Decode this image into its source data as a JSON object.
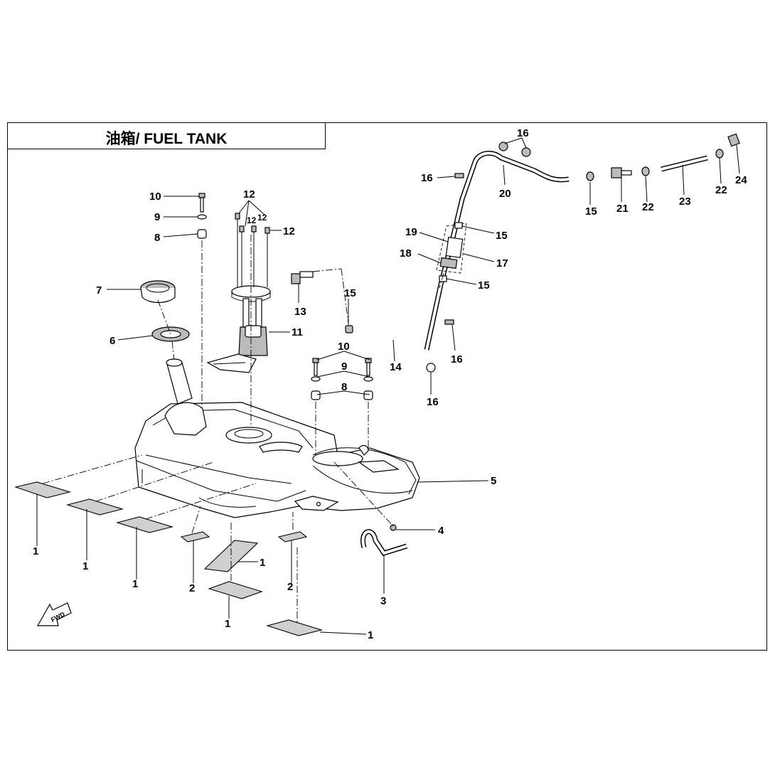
{
  "diagram": {
    "title": "油箱/ FUEL TANK",
    "fwd_label": "FWD",
    "callouts": [
      {
        "id": "c1a",
        "label": "1"
      },
      {
        "id": "c1b",
        "label": "1"
      },
      {
        "id": "c1c",
        "label": "1"
      },
      {
        "id": "c1d",
        "label": "1"
      },
      {
        "id": "c1e",
        "label": "1"
      },
      {
        "id": "c1f",
        "label": "1"
      },
      {
        "id": "c2a",
        "label": "2"
      },
      {
        "id": "c2b",
        "label": "2"
      },
      {
        "id": "c3",
        "label": "3"
      },
      {
        "id": "c4",
        "label": "4"
      },
      {
        "id": "c5",
        "label": "5"
      },
      {
        "id": "c6",
        "label": "6"
      },
      {
        "id": "c7",
        "label": "7"
      },
      {
        "id": "c8a",
        "label": "8"
      },
      {
        "id": "c8b",
        "label": "8"
      },
      {
        "id": "c9a",
        "label": "9"
      },
      {
        "id": "c9b",
        "label": "9"
      },
      {
        "id": "c10a",
        "label": "10"
      },
      {
        "id": "c10b",
        "label": "10"
      },
      {
        "id": "c11",
        "label": "11"
      },
      {
        "id": "c12a",
        "label": "12"
      },
      {
        "id": "c12b",
        "label": "12"
      },
      {
        "id": "c13",
        "label": "13"
      },
      {
        "id": "c14",
        "label": "14"
      },
      {
        "id": "c15a",
        "label": "15"
      },
      {
        "id": "c15b",
        "label": "15"
      },
      {
        "id": "c15c",
        "label": "15"
      },
      {
        "id": "c15d",
        "label": "15"
      },
      {
        "id": "c16a",
        "label": "16"
      },
      {
        "id": "c16b",
        "label": "16"
      },
      {
        "id": "c16c",
        "label": "16"
      },
      {
        "id": "c16d",
        "label": "16"
      },
      {
        "id": "c17",
        "label": "17"
      },
      {
        "id": "c18",
        "label": "18"
      },
      {
        "id": "c19",
        "label": "19"
      },
      {
        "id": "c20",
        "label": "20"
      },
      {
        "id": "c21",
        "label": "21"
      },
      {
        "id": "c22a",
        "label": "22"
      },
      {
        "id": "c22b",
        "label": "22"
      },
      {
        "id": "c23",
        "label": "23"
      },
      {
        "id": "c24",
        "label": "24"
      }
    ],
    "pump_top_labels": [
      "12",
      "12",
      "12"
    ]
  }
}
